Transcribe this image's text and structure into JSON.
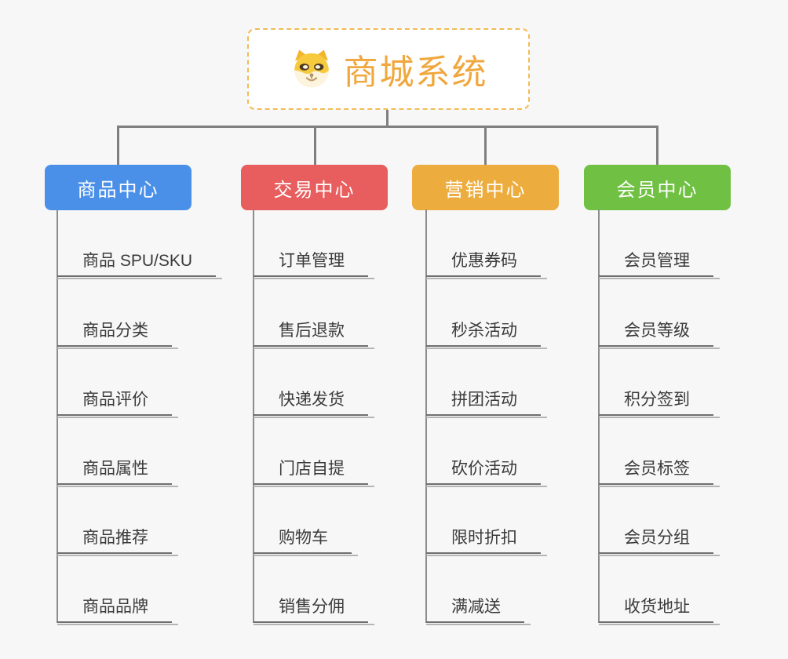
{
  "page": {
    "background_color": "#f7f7f7",
    "connector_color": "#7f7f7f"
  },
  "root": {
    "title": "商城系统",
    "icon": "dog-face-icon",
    "title_color": "#f0a73d",
    "border_color": "#f3bb55",
    "fill_color": "#ffffff"
  },
  "columns": [
    {
      "header": {
        "label": "商品中心",
        "color": "#4a90e8"
      },
      "items": [
        "商品 SPU/SKU",
        "商品分类",
        "商品评价",
        "商品属性",
        "商品推荐",
        "商品品牌"
      ]
    },
    {
      "header": {
        "label": "交易中心",
        "color": "#e85d5d"
      },
      "items": [
        "订单管理",
        "售后退款",
        "快递发货",
        "门店自提",
        "购物车",
        "销售分佣"
      ]
    },
    {
      "header": {
        "label": "营销中心",
        "color": "#edad3e"
      },
      "items": [
        "优惠券码",
        "秒杀活动",
        "拼团活动",
        "砍价活动",
        "限时折扣",
        "满减送"
      ]
    },
    {
      "header": {
        "label": "会员中心",
        "color": "#70c143"
      },
      "items": [
        "会员管理",
        "会员等级",
        "积分签到",
        "会员标签",
        "会员分组",
        "收货地址"
      ]
    }
  ]
}
